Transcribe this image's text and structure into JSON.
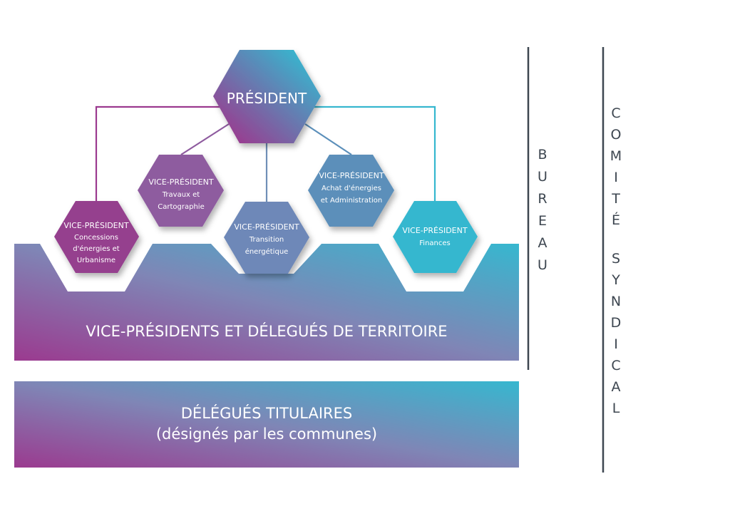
{
  "president": {
    "label": "PRÉSIDENT"
  },
  "vice_presidents": [
    {
      "title": "VICE-PRÉSIDENT",
      "lines": [
        "Concessions",
        "d'énergies et",
        "Urbanisme"
      ]
    },
    {
      "title": "VICE-PRÉSIDENT",
      "lines": [
        "Travaux et",
        "Cartographie"
      ]
    },
    {
      "title": "VICE-PRÉSIDENT",
      "lines": [
        "Transition",
        "énergétique"
      ]
    },
    {
      "title": "VICE-PRÉSIDENT",
      "lines": [
        "Achat d'énergies",
        "et Administration"
      ]
    },
    {
      "title": "VICE-PRÉSIDENT",
      "lines": [
        "Finances"
      ]
    }
  ],
  "territory_band": {
    "label": "VICE-PRÉSIDENTS ET DÉLEGUÉS DE TERRITOIRE"
  },
  "delegates_band": {
    "line1": "DÉLÉGUÉS TITULAIRES",
    "line2": "(désignés par les communes)"
  },
  "side_labels": {
    "bureau": [
      "B",
      "U",
      "R",
      "E",
      "A",
      "U"
    ],
    "comite": [
      "C",
      "O",
      "M",
      "I",
      "T",
      "É"
    ],
    "syndical": [
      "S",
      "Y",
      "N",
      "D",
      "I",
      "C",
      "A",
      "L"
    ]
  },
  "colors": {
    "purple": "#9b3a8f",
    "cyan": "#36b7cf",
    "mid_purple": "#8e5b9f",
    "mid_blue": "#6f8fb7",
    "slate_blue": "#5b8fba",
    "text_dark": "#3d4650"
  }
}
